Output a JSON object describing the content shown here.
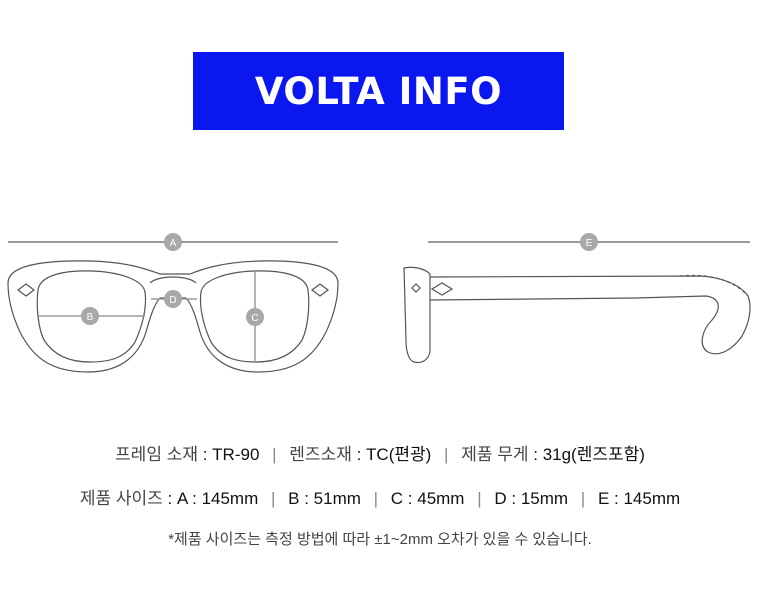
{
  "banner": {
    "title": "VOLTA INFO"
  },
  "labels": {
    "a": "A",
    "b": "B",
    "c": "C",
    "d": "D",
    "e": "E"
  },
  "specs": {
    "frame_label": "프레임 소재",
    "frame_value": "TR-90",
    "lens_label": "렌즈소재",
    "lens_value": "TC(편광)",
    "weight_label": "제품 무게",
    "weight_value": "31g(렌즈포함)",
    "size_label": "제품 사이즈",
    "a_label": "A",
    "a_value": "145mm",
    "b_label": "B",
    "b_value": "51mm",
    "c_label": "C",
    "c_value": "45mm",
    "d_label": "D",
    "d_value": "15mm",
    "e_label": "E",
    "e_value": "145mm"
  },
  "note": "*제품 사이즈는 측정 방법에 따라 ±1~2mm 오차가 있을 수 있습니다."
}
